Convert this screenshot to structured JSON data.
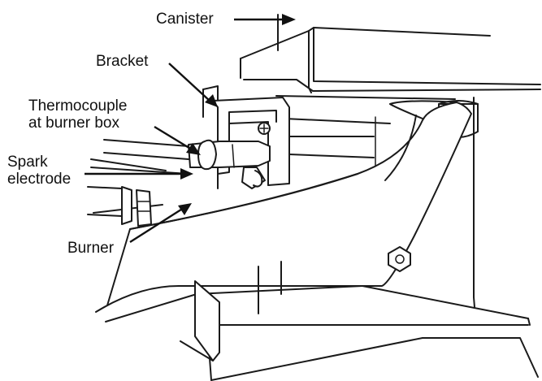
{
  "labels": {
    "canister": "Canister",
    "bracket": "Bracket",
    "thermocouple": [
      "Thermocouple",
      "at burner box"
    ],
    "spark": [
      "Spark",
      "electrode"
    ],
    "burner": "Burner"
  }
}
